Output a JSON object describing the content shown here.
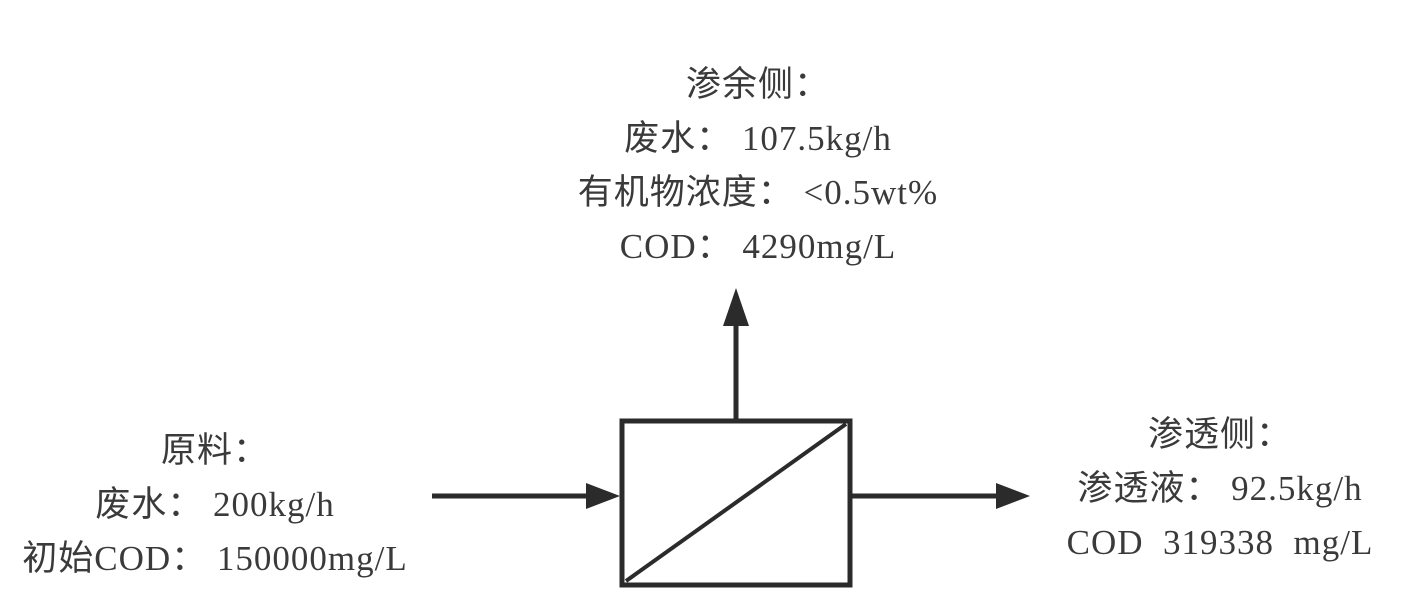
{
  "diagram_type": "membrane-separation-process-flow",
  "blocks": {
    "retentate": {
      "lines": [
        "渗余侧：",
        "废水： 107.5kg/h",
        "有机物浓度： <0.5wt%",
        "COD： 4290mg/L"
      ]
    },
    "feed": {
      "lines": [
        "原料：",
        "废水： 200kg/h",
        "初始COD： 150000mg/L"
      ]
    },
    "permeate": {
      "lines": [
        "渗透侧：",
        "渗透液： 92.5kg/h",
        "COD  319338  mg/L"
      ]
    }
  },
  "shapes": {
    "membrane_unit": "square box with diagonal line (membrane separator symbol)",
    "arrows": [
      "feed-arrow-right-into-box",
      "retentate-arrow-up-from-box",
      "permeate-arrow-right-out-of-box"
    ]
  },
  "colors": {
    "line": "#2b2b2b",
    "text": "#3a3a3a",
    "background": "#ffffff"
  }
}
